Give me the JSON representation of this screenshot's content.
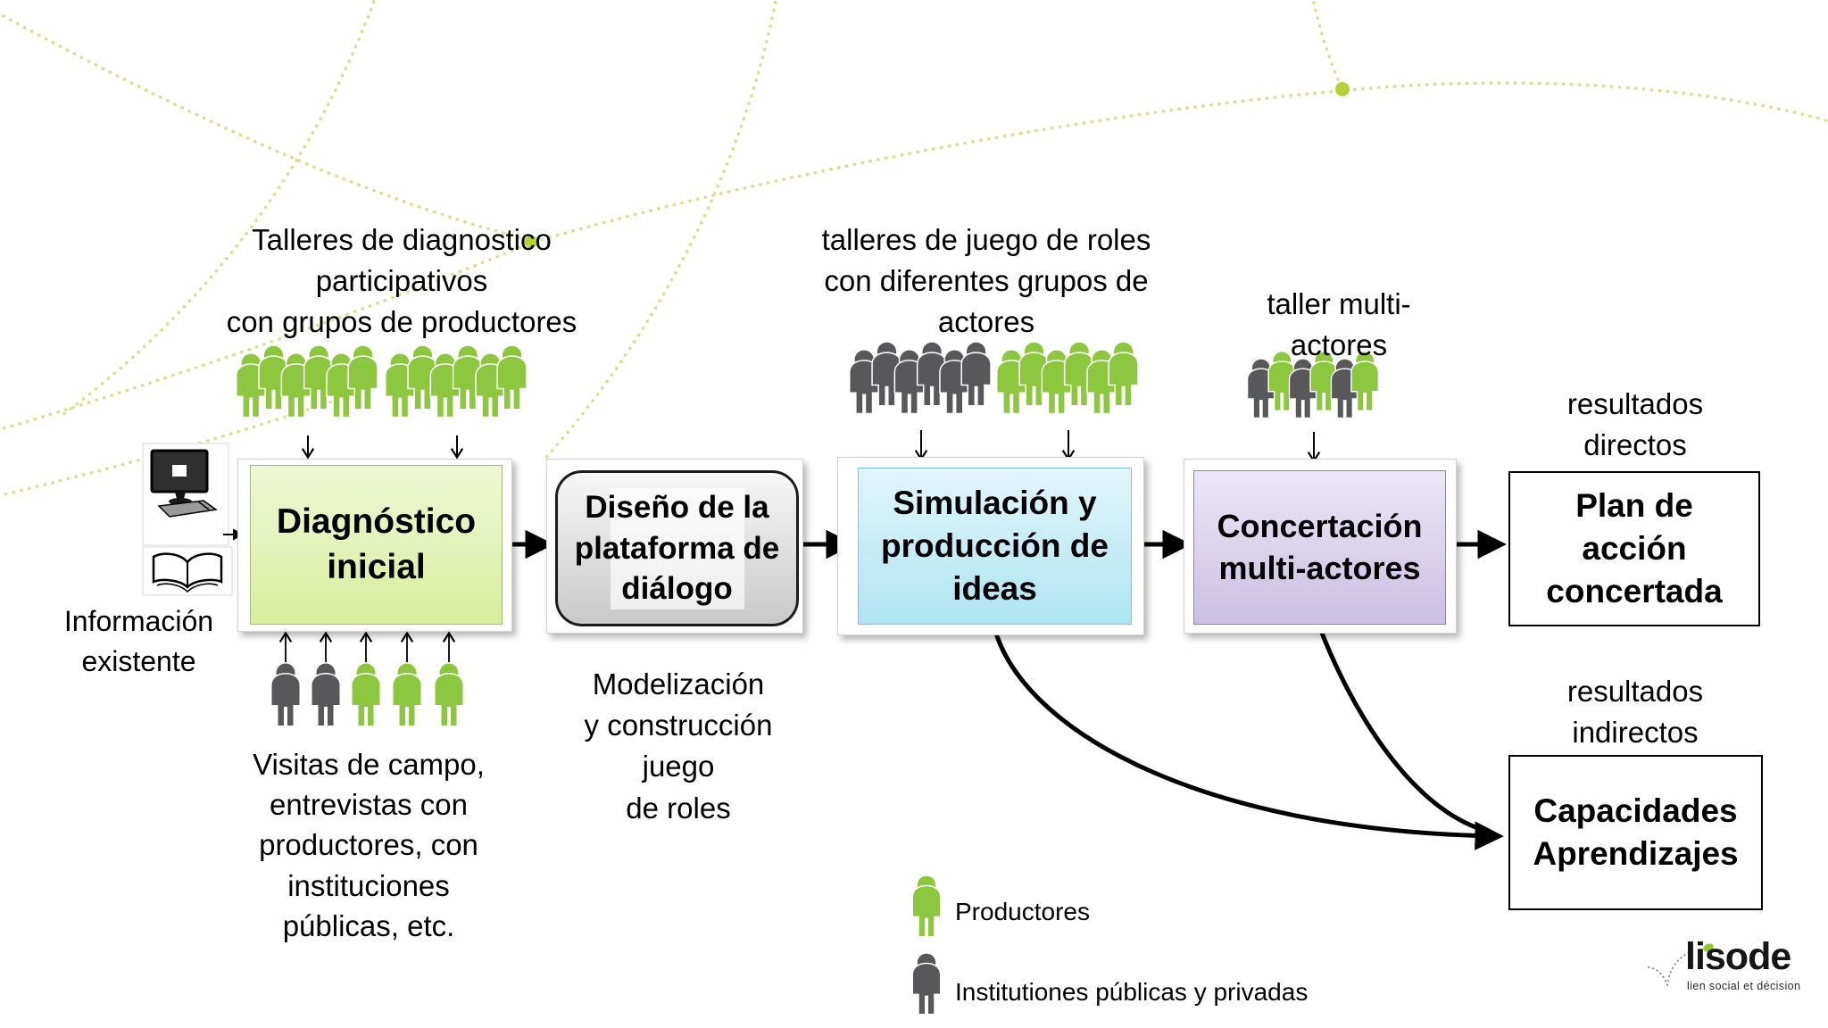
{
  "colors": {
    "producer_green": "#8dc63f",
    "institution_gray": "#58585a",
    "decor_green": "#d6e290",
    "decor_dot": "#b2d235",
    "box_green_light": "#eef7d5",
    "box_green_dark": "#d9ee9e",
    "box_gray_light": "#f6f6f6",
    "box_gray_dark": "#c9c9c9",
    "box_blue_light": "#e2f5fb",
    "box_blue_dark": "#aee4f2",
    "box_purple_light": "#ece7f6",
    "box_purple_dark": "#cbbfe3"
  },
  "annotations": {
    "workshops_diagnostic": "Talleres de diagnostico\nparticipativos\ncon grupos de productores",
    "role_play_workshops": "talleres de juego de roles\ncon diferentes grupos de\nactores",
    "multi_actor_workshop": "taller multi-\nactores",
    "existing_information": "Información\nexistente",
    "field_visits": "Visitas de campo,\nentrevistas con\nproductores, con\ninstituciones\npúblicas, etc.",
    "modeling": "Modelización\ny construcción\njuego\nde roles",
    "direct_results": "resultados\ndirectos",
    "indirect_results": "resultados\nindirectos"
  },
  "process_boxes": {
    "initial_diagnosis": "Diagnóstico\ninicial",
    "platform_design": "Diseño de la\nplataforma de\ndiálogo",
    "simulation": "Simulación y\nproducción de\nideas",
    "consultation": "Concertación\nmulti-actores",
    "action_plan": "Plan de\nacción\nconcertada",
    "capacities": "Capacidades\nAprendizajes"
  },
  "legend": {
    "producers": "Productores",
    "institutions": "Institutiones públicas y privadas"
  },
  "logo": {
    "name": "lisode",
    "tagline": "lien social et décision"
  }
}
